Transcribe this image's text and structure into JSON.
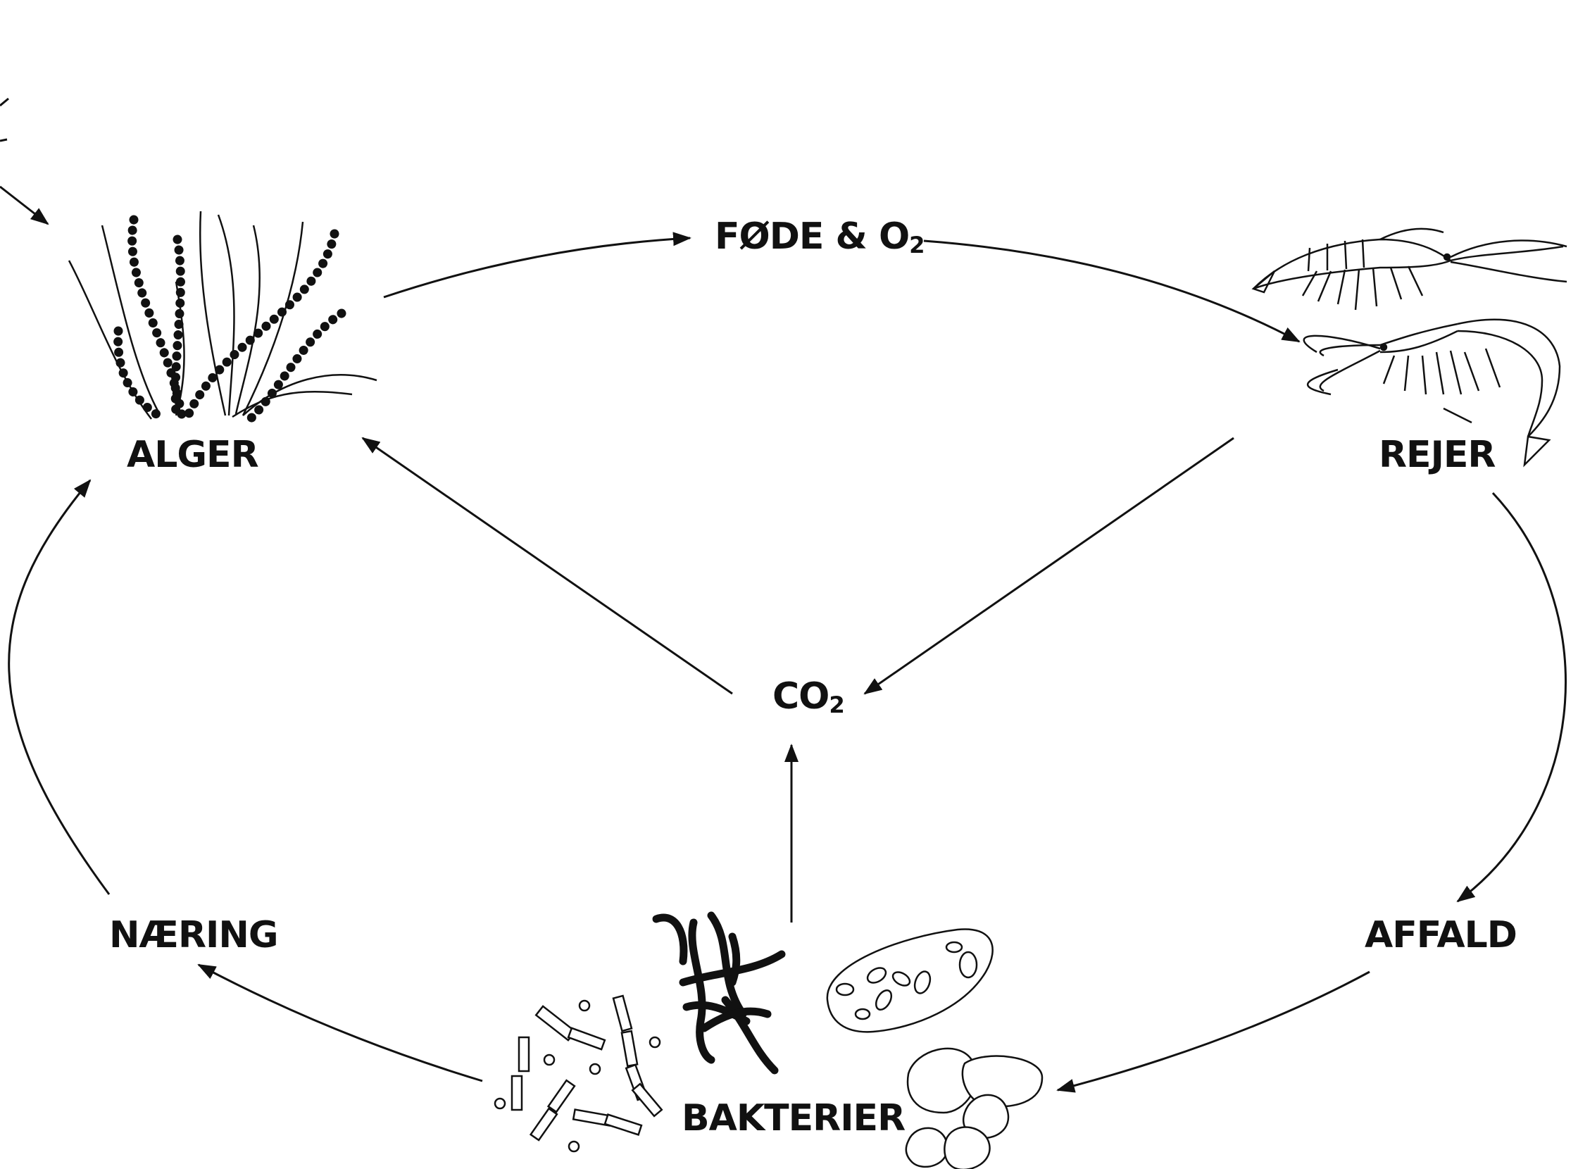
{
  "labels": {
    "alger": "ALGER",
    "fode": "FØDE & O",
    "fode_sub": "2",
    "rejer": "REJER",
    "co2": "CO",
    "co2_sub": "2",
    "naering": "NÆRING",
    "affald": "AFFALD",
    "bakterier": "BAKTERIER"
  },
  "colors": {
    "ink": "#111111",
    "background": "#ffffff"
  },
  "icons": [
    "algae-icon",
    "shrimp-icon",
    "bacteria-icon",
    "waste-particles-icon"
  ]
}
